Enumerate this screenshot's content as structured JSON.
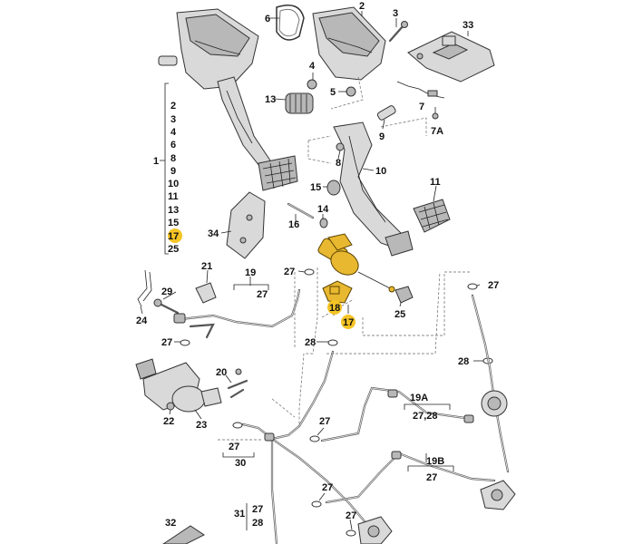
{
  "labels": {
    "l2a": "2",
    "l3": "3",
    "l33": "33",
    "l6": "6",
    "l4": "4",
    "l5": "5",
    "l7": "7",
    "l7A": "7A",
    "l13": "13",
    "l9": "9",
    "l8": "8",
    "l10": "10",
    "l15": "15",
    "l11": "11",
    "l14": "14",
    "l16": "16",
    "l34": "34",
    "l18": "18",
    "l17": "17",
    "l25": "25",
    "l21": "21",
    "l19": "19",
    "l27a": "27",
    "l27b": "27",
    "l27c": "27",
    "l27d": "27",
    "l27e": "27",
    "l27f": "27",
    "l27g": "27",
    "l27h": "27",
    "l27i": "27",
    "l27j": "27",
    "l29": "29",
    "l24": "24",
    "l28a": "28",
    "l28b": "28",
    "l20": "20",
    "l22": "22",
    "l23": "23",
    "l19A": "19A",
    "l2728a": "27,28",
    "l30": "30",
    "l19B": "19B",
    "l31": "31",
    "l28c": "28",
    "l32": "32",
    "l1": "1"
  },
  "bracket_list": [
    "2",
    "3",
    "4",
    "6",
    "8",
    "9",
    "10",
    "11",
    "13",
    "15",
    "17",
    "25"
  ],
  "highlight_color": "#f5c425"
}
